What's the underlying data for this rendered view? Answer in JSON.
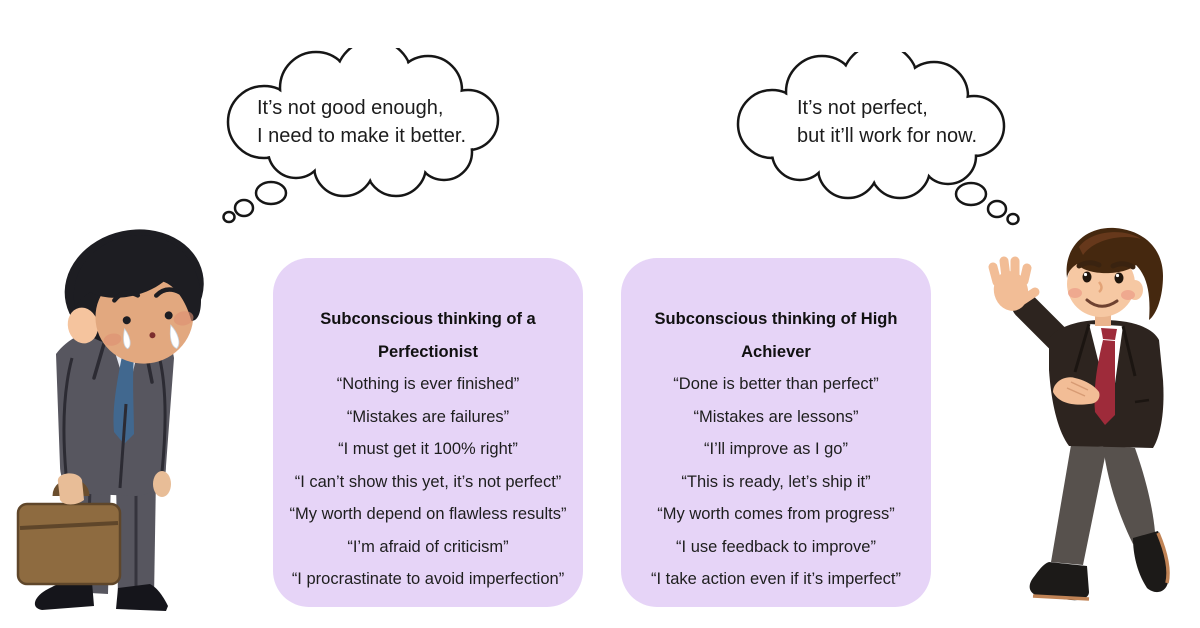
{
  "left_bubble": {
    "line1": "It’s not good enough,",
    "line2": "I need to make it better."
  },
  "right_bubble": {
    "line1": "It’s not perfect,",
    "line2": "but it’ll work for now."
  },
  "left_card": {
    "title_line1": "Subconscious thinking of a",
    "title_line2": "Perfectionist",
    "quotes": [
      "“Nothing is ever finished”",
      "“Mistakes are failures”",
      "“I must get it 100% right”",
      "“I can’t show this yet, it’s not perfect”",
      "“My worth depend on flawless results”",
      "“I’m afraid of criticism”",
      "“I procrastinate to avoid imperfection”"
    ]
  },
  "right_card": {
    "title_line1": "Subconscious thinking of High",
    "title_line2": "Achiever",
    "quotes": [
      "“Done is better than perfect”",
      "“Mistakes are lessons”",
      "“I’ll improve as I go”",
      "“This is ready, let’s ship it”",
      "“My worth comes from progress”",
      "“I use feedback to improve”",
      "“I take action even if it’s imperfect”"
    ]
  },
  "figures": {
    "left": "sad-crying-businessman-with-briefcase",
    "right": "happy-waving-businessman"
  },
  "colors": {
    "card_bg": "#e6d4f7",
    "text": "#141414",
    "bubble_outline": "#161616",
    "left_suit": "#57565f",
    "left_tie": "#41688f",
    "briefcase": "#8e6b40",
    "right_jacket": "#2d241f",
    "right_tie": "#9e2b3a",
    "right_pants": "#57514d"
  }
}
